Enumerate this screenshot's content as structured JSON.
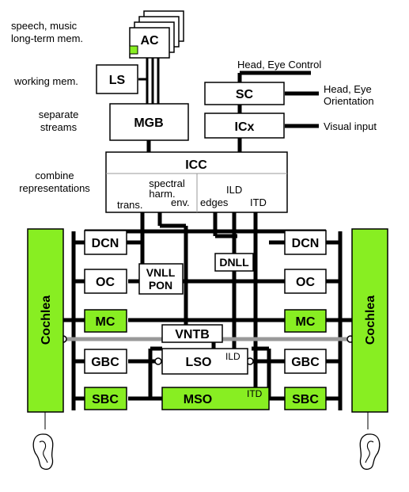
{
  "colors": {
    "green": "#88ee22",
    "line": "#000000",
    "grey": "#999999"
  },
  "left_labels": {
    "ac_desc_1": "speech, music",
    "ac_desc_2": "long-term mem.",
    "ls_desc": "working mem.",
    "mgb_desc_1": "separate",
    "mgb_desc_2": "streams",
    "icc_desc_1": "combine",
    "icc_desc_2": "representations"
  },
  "right_labels": {
    "head_eye_control": "Head, Eye Control",
    "orient_1": "Head, Eye",
    "orient_2": "Orientation",
    "visual_input": "Visual input"
  },
  "nodes": {
    "ac": "AC",
    "ls": "LS",
    "mgb": "MGB",
    "sc": "SC",
    "icx": "ICx",
    "icc": "ICC",
    "dcn": "DCN",
    "oc": "OC",
    "mc": "MC",
    "gbc": "GBC",
    "sbc": "SBC",
    "vnll_1": "VNLL",
    "vnll_2": "PON",
    "dnll": "DNLL",
    "vntb": "VNTB",
    "lso": "LSO",
    "mso": "MSO",
    "cochlea": "Cochlea"
  },
  "icc_features": {
    "spectral_1": "spectral",
    "spectral_2": "harm.",
    "trans": "trans.",
    "env": "env.",
    "ild": "ILD",
    "edges": "edges",
    "itd": "ITD"
  },
  "inner_labels": {
    "lso_ild": "ILD",
    "mso_itd": "ITD"
  },
  "icons": [
    "left-ear-icon",
    "right-ear-icon"
  ]
}
